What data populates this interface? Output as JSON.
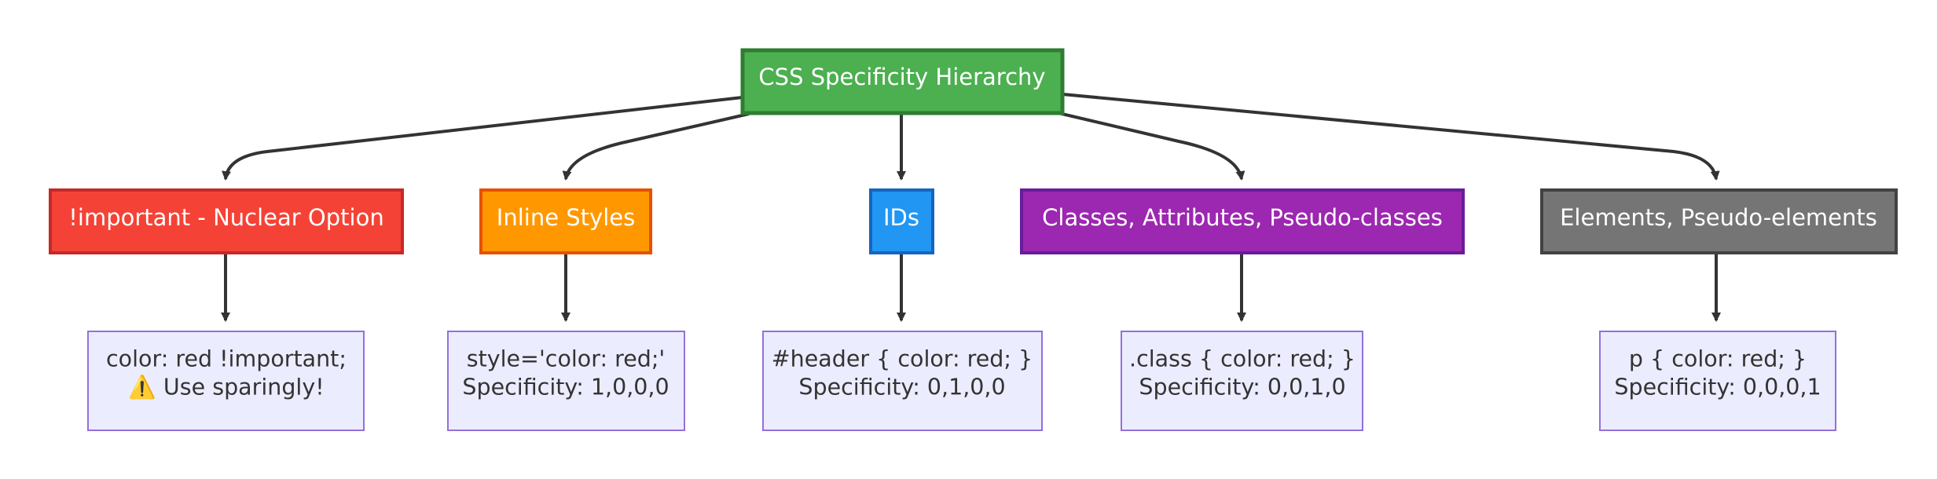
{
  "root": {
    "label": "CSS Specificity Hierarchy",
    "fill": "#4caf50",
    "stroke": "#2e7d32"
  },
  "levels": [
    {
      "label": "!important - Nuclear Option",
      "fill": "#f44336",
      "stroke": "#c62828",
      "example": [
        "color: red !important;",
        "⚠️ Use sparingly!"
      ]
    },
    {
      "label": "Inline Styles",
      "fill": "#ff9800",
      "stroke": "#e65100",
      "example": [
        "style='color: red;'",
        "Specificity: 1,0,0,0"
      ]
    },
    {
      "label": "IDs",
      "fill": "#2196f3",
      "stroke": "#1565c0",
      "example": [
        "#header { color: red; }",
        "Specificity: 0,1,0,0"
      ]
    },
    {
      "label": "Classes, Attributes, Pseudo-classes",
      "fill": "#9c27b0",
      "stroke": "#6a1b9a",
      "example": [
        ".class { color: red; }",
        "Specificity: 0,0,1,0"
      ]
    },
    {
      "label": "Elements, Pseudo-elements",
      "fill": "#757575",
      "stroke": "#424242",
      "example": [
        "p { color: red; }",
        "Specificity: 0,0,0,1"
      ]
    }
  ],
  "example_box": {
    "fill": "#ececff",
    "stroke": "#9370db"
  },
  "edge_color": "#333333"
}
